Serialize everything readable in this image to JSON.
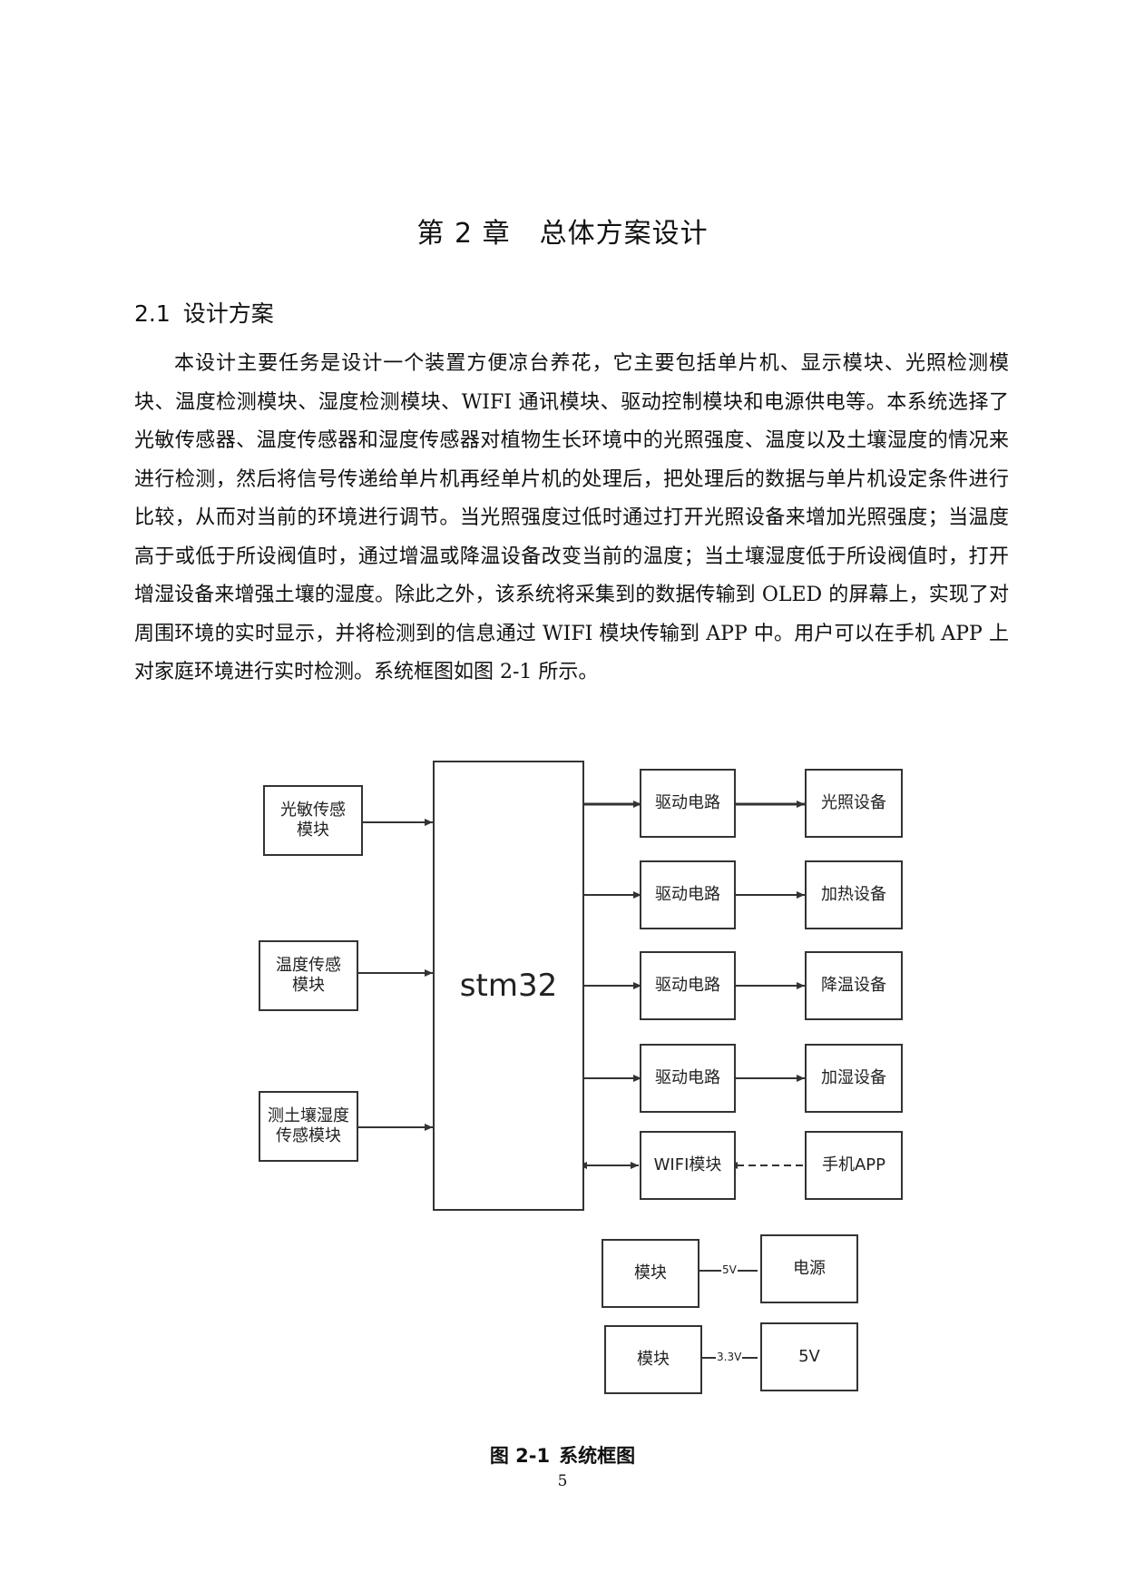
{
  "chapter": {
    "number": "第 2 章",
    "title": "总体方案设计"
  },
  "section": {
    "number": "2.1",
    "title": "设计方案"
  },
  "body": {
    "paragraph": "本设计主要任务是设计一个装置方便凉台养花，它主要包括单片机、显示模块、光照检测模块、温度检测模块、湿度检测模块、WIFI 通讯模块、驱动控制模块和电源供电等。本系统选择了光敏传感器、温度传感器和湿度传感器对植物生长环境中的光照强度、温度以及土壤湿度的情况来进行检测，然后将信号传递给单片机再经单片机的处理后，把处理后的数据与单片机设定条件进行比较，从而对当前的环境进行调节。当光照强度过低时通过打开光照设备来增加光照强度；当温度高于或低于所设阀值时，通过增温或降温设备改变当前的温度；当土壤湿度低于所设阀值时，打开增湿设备来增强土壤的湿度。除此之外，该系统将采集到的数据传输到 OLED 的屏幕上，实现了对周围环境的实时显示，并将检测到的信息通过 WIFI 模块传输到 APP 中。用户可以在手机 APP 上对家庭环境进行实时检测。系统框图如图 2-1 所示。"
  },
  "diagram": {
    "sensors": [
      "光敏传感模块",
      "温度传感模块",
      "测土壤湿度传感模块"
    ],
    "mcu": "stm32",
    "drivers": [
      "驱动电路",
      "驱动电路",
      "驱动电路",
      "驱动电路"
    ],
    "devices": [
      "光照设备",
      "加热设备",
      "降温设备",
      "加湿设备"
    ],
    "wifi": "WIFI模块",
    "phone": "手机APP",
    "power": [
      {
        "module": "模块",
        "source": "电源",
        "voltage": "5V"
      },
      {
        "module": "模块",
        "source": "5V",
        "voltage": "3.3V"
      }
    ]
  },
  "caption": {
    "number": "图 2-1",
    "title": "系统框图"
  },
  "page_number": "5"
}
